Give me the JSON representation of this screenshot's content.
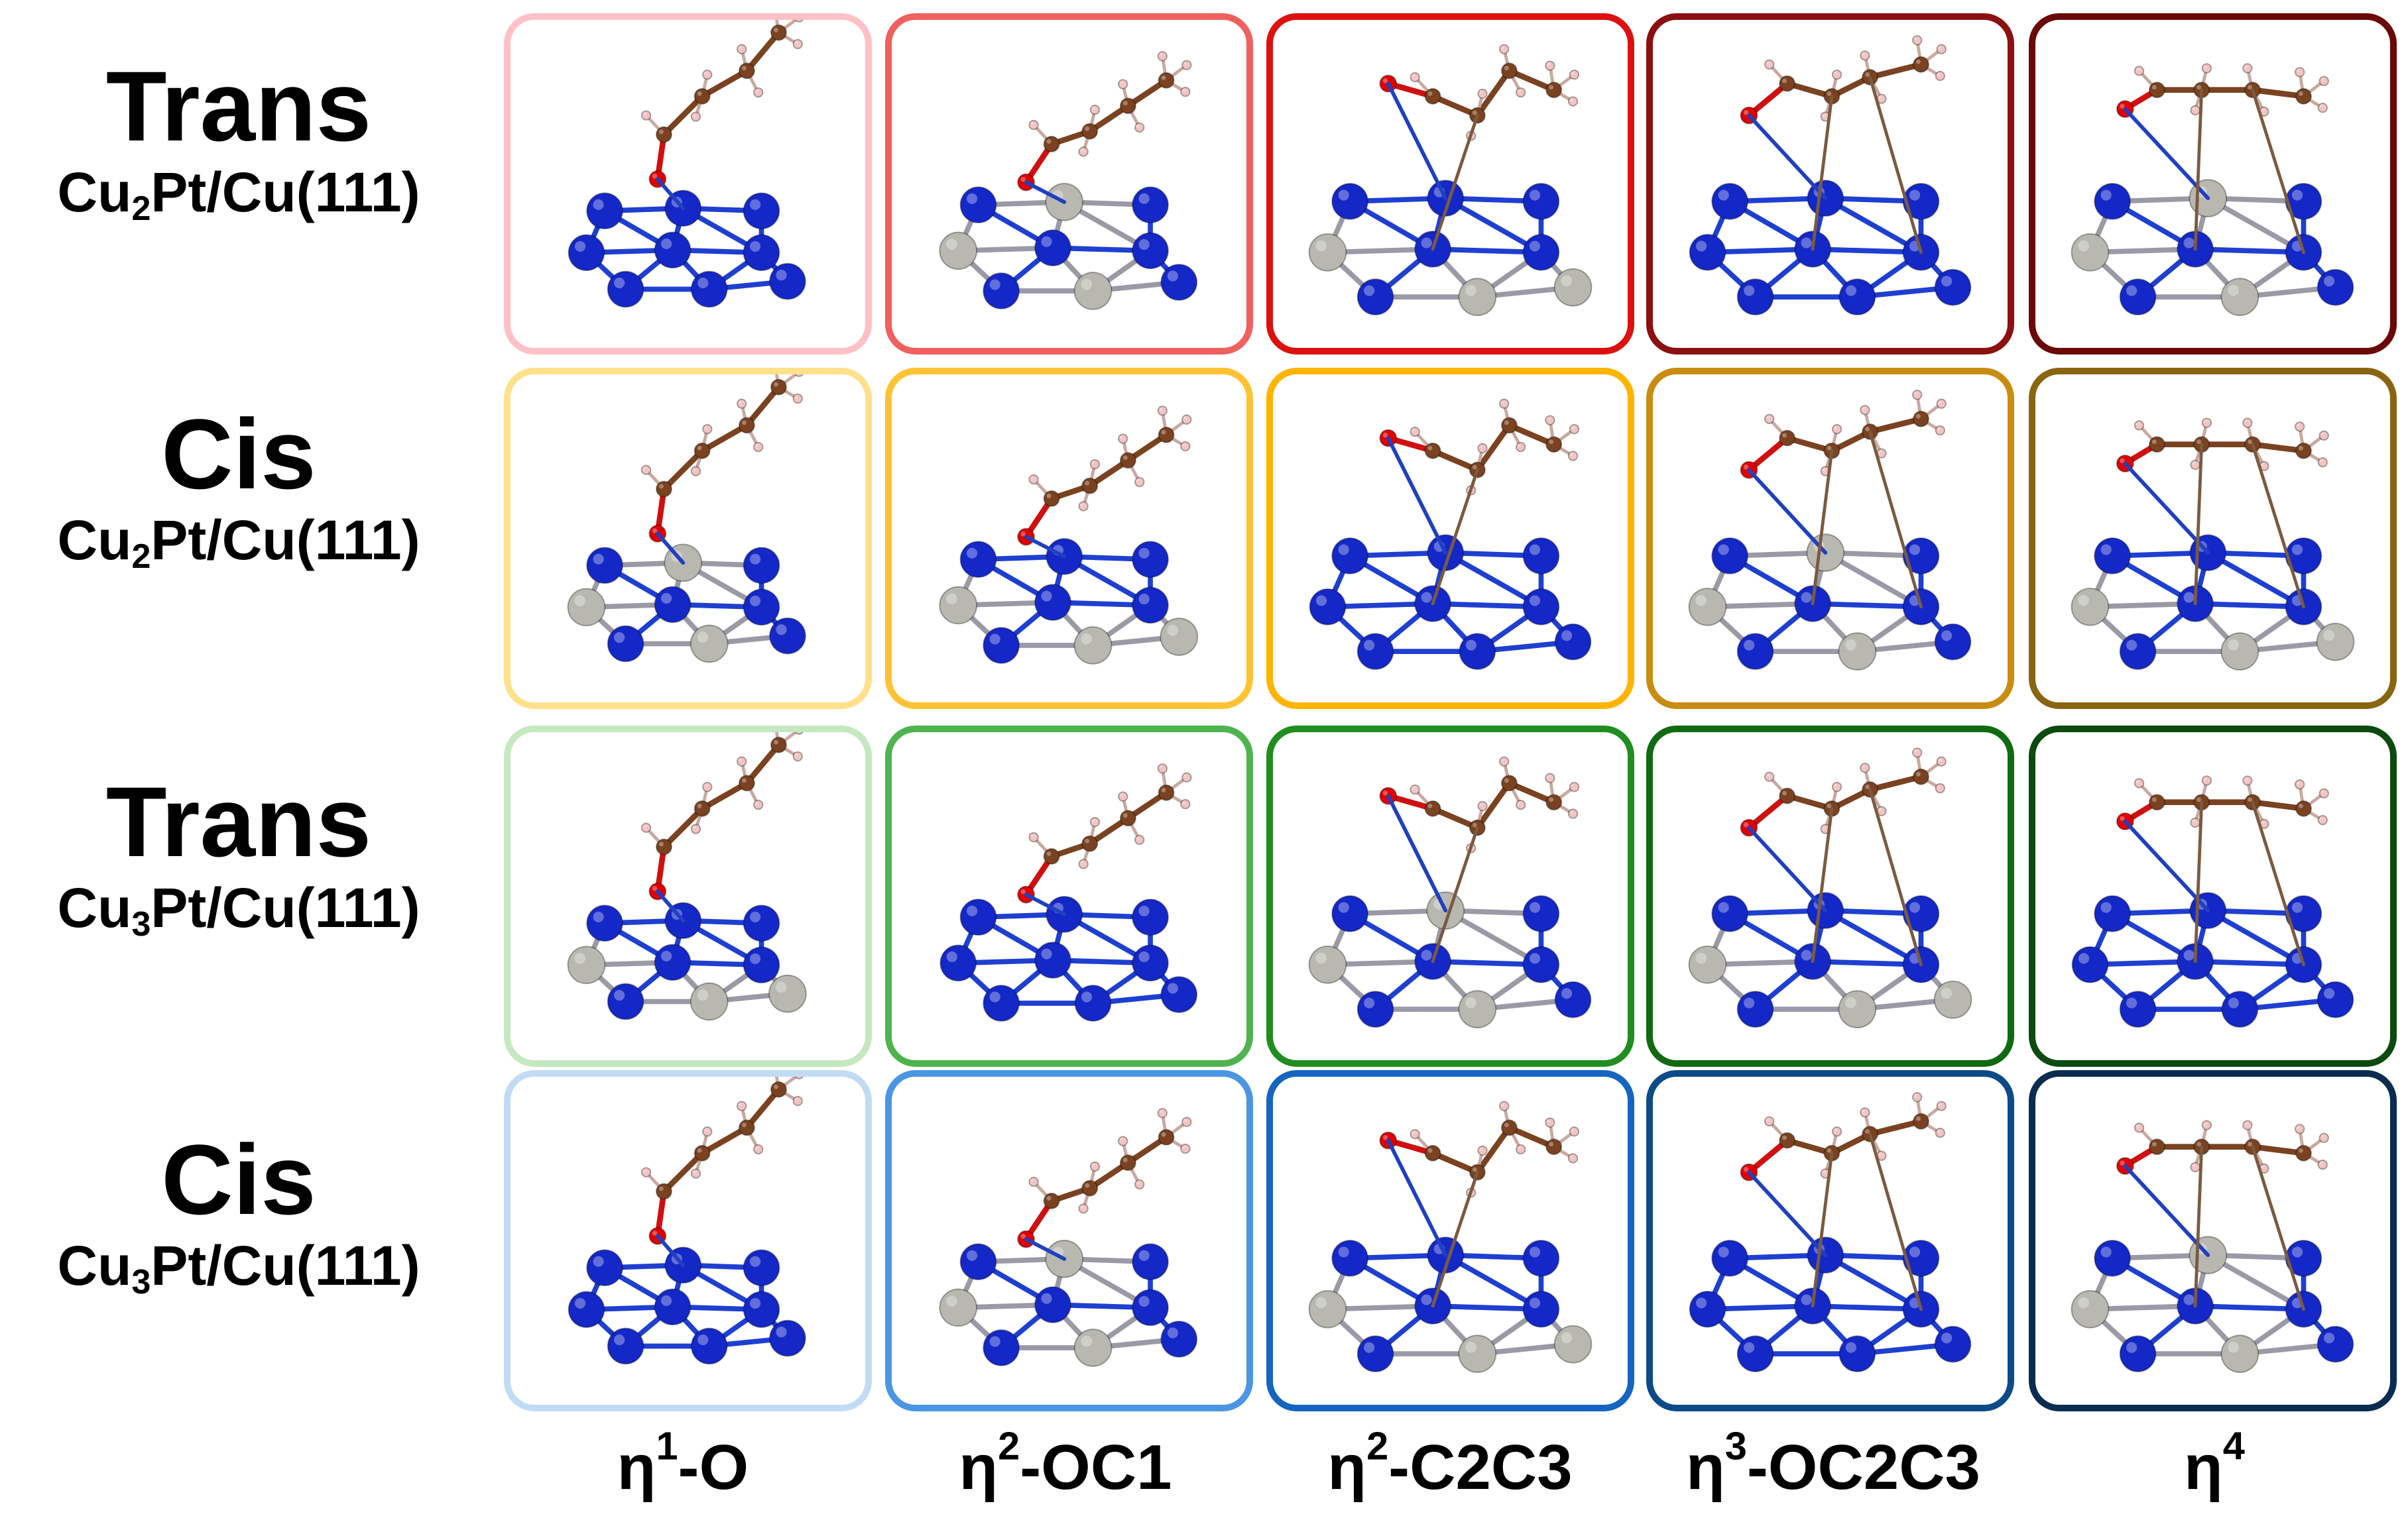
{
  "rows": [
    {
      "isomer": "Trans",
      "surface": {
        "a": "Cu",
        "sub": "2",
        "b": "Pt/Cu(111)"
      },
      "colors": [
        "#ffc0c6",
        "#f0605e",
        "#dd1010",
        "#8b1010",
        "#6b0808"
      ]
    },
    {
      "isomer": "Cis",
      "surface": {
        "a": "Cu",
        "sub": "2",
        "b": "Pt/Cu(111)"
      },
      "colors": [
        "#ffe18c",
        "#ffc233",
        "#ffb400",
        "#c88d10",
        "#8a6510"
      ]
    },
    {
      "isomer": "Trans",
      "surface": {
        "a": "Cu",
        "sub": "3",
        "b": "Pt/Cu(111)"
      },
      "colors": [
        "#c5e8c0",
        "#4fb34f",
        "#1f8e1f",
        "#106a10",
        "#0d4a10"
      ]
    },
    {
      "isomer": "Cis",
      "surface": {
        "a": "Cu",
        "sub": "3",
        "b": "Pt/Cu(111)"
      },
      "colors": [
        "#c2dbf5",
        "#4a96e2",
        "#1565c0",
        "#0d4a88",
        "#0a2c50"
      ]
    }
  ],
  "columns": [
    {
      "eta": "η",
      "sup": "1",
      "rest": "-O"
    },
    {
      "eta": "η",
      "sup": "2",
      "rest": "-OC1"
    },
    {
      "eta": "η",
      "sup": "2",
      "rest": "-C2C3"
    },
    {
      "eta": "η",
      "sup": "3",
      "rest": "-OC2C3"
    },
    {
      "eta": "η",
      "sup": "4",
      "rest": ""
    }
  ],
  "atom_colors": {
    "Cu": "#1428c8",
    "Pt": "#b8b8b0",
    "C": "#7a4220",
    "O": "#e00000",
    "H": "#f2c4c4"
  }
}
